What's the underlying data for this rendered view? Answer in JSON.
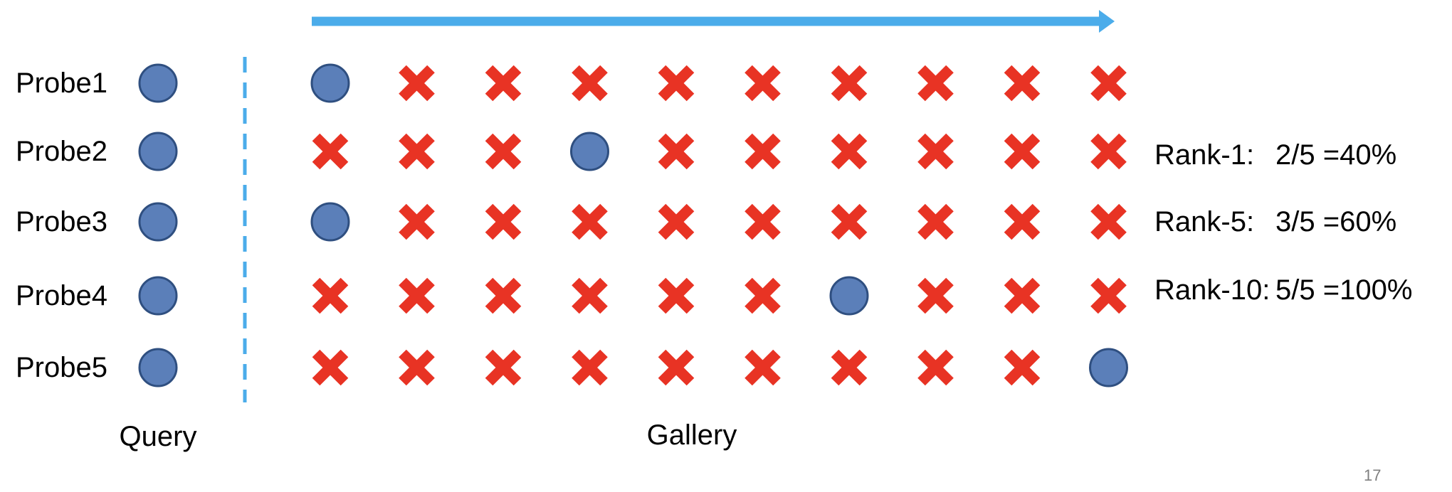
{
  "probes": [
    {
      "label": "Probe1",
      "gallery_matches": [
        1
      ]
    },
    {
      "label": "Probe2",
      "gallery_matches": [
        4
      ]
    },
    {
      "label": "Probe3",
      "gallery_matches": [
        1
      ]
    },
    {
      "label": "Probe4",
      "gallery_matches": [
        7
      ]
    },
    {
      "label": "Probe5",
      "gallery_matches": [
        10
      ]
    }
  ],
  "gallery_size": 10,
  "query_label": "Query",
  "gallery_label": "Gallery",
  "ranks": [
    {
      "name": "Rank-1:",
      "value": "2/5 =40%"
    },
    {
      "name": "Rank-5:",
      "value": "3/5 =60%"
    },
    {
      "name": "Rank-10:",
      "value": "5/5 =100%"
    }
  ],
  "page_number": "17",
  "colors": {
    "match_fill": "#5b7fb9",
    "match_stroke": "#2f4f80",
    "mismatch": "#e83324",
    "arrow": "#4bacea",
    "divider": "#4bacea"
  },
  "icons": {
    "match": "circle-icon",
    "mismatch": "cross-icon",
    "direction": "right-arrow-icon"
  }
}
